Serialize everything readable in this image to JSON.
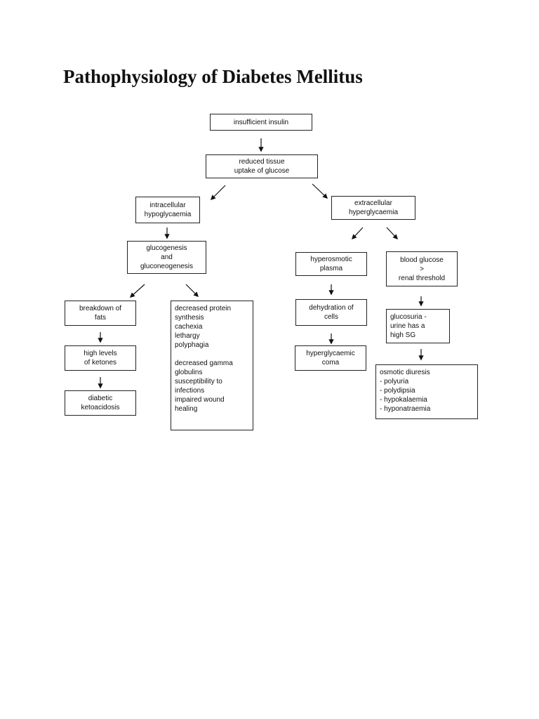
{
  "title": "Pathophysiology of Diabetes Mellitus",
  "nodes": {
    "insufficient_insulin": "insufficient insulin",
    "reduced_uptake": "reduced tissue\nuptake of glucose",
    "intracellular": "intracellular\nhypoglycaemia",
    "extracellular": "extracellular\nhyperglycaemia",
    "glucogenesis": "glucogenesis\nand\ngluconeogenesis",
    "hyperosmotic": "hyperosmotic\nplasma",
    "blood_glucose": "blood glucose\n>\nrenal threshold",
    "breakdown_fats": "breakdown of\nfats",
    "decreased_protein": "decreased protein\nsynthesis\n cachexia\n lethargy\n polyphagia\n\ndecreased gamma\nglobulins\n susceptibility to\ninfections\n impaired wound\nhealing",
    "dehydration": "dehydration of\ncells",
    "glucosuria": "glucosuria -\nurine has a\nhigh SG",
    "high_ketones": "high levels\nof ketones",
    "hyperglycaemic_coma": "hyperglycaemic\ncoma",
    "osmotic_diuresis": "osmotic diuresis\n- polyuria\n- polydipsia\n- hypokalaemia\n- hyponatraemia",
    "diabetic_keto": "diabetic\nketoacidosis"
  }
}
